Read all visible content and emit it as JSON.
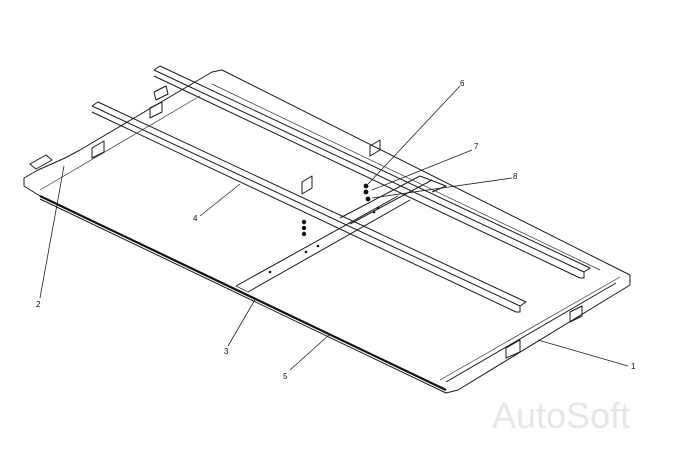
{
  "callouts": [
    {
      "id": "1",
      "text": "1"
    },
    {
      "id": "2",
      "text": "2"
    },
    {
      "id": "3",
      "text": "3"
    },
    {
      "id": "4",
      "text": "4"
    },
    {
      "id": "5",
      "text": "5"
    },
    {
      "id": "6",
      "text": "6"
    },
    {
      "id": "7",
      "text": "7"
    },
    {
      "id": "8",
      "text": "8"
    }
  ],
  "watermark": "AutoSoft"
}
